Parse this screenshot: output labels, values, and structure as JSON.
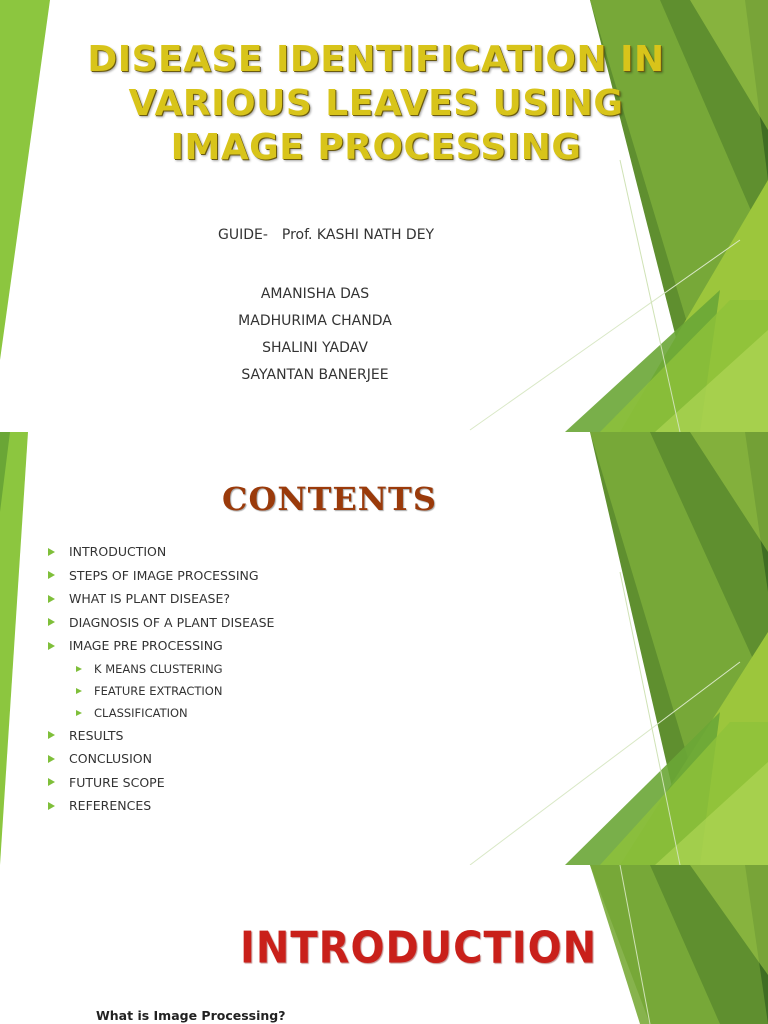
{
  "slide1": {
    "title": "DISEASE IDENTIFICATION IN VARIOUS LEAVES USING IMAGE PROCESSING",
    "guide_label": "GUIDE-",
    "guide_name": "Prof. KASHI NATH DEY",
    "authors": [
      "AMANISHA DAS",
      "MADHURIMA CHANDA",
      "SHALINI YADAV",
      "SAYANTAN BANERJEE"
    ]
  },
  "slide2": {
    "title": "CONTENTS",
    "items": [
      {
        "label": "INTRODUCTION",
        "level": 1
      },
      {
        "label": "STEPS OF IMAGE PROCESSING",
        "level": 1
      },
      {
        "label": "WHAT IS PLANT DISEASE?",
        "level": 1
      },
      {
        "label": "DIAGNOSIS OF A PLANT DISEASE",
        "level": 1
      },
      {
        "label": "IMAGE PRE PROCESSING",
        "level": 1
      },
      {
        "label": "K MEANS CLUSTERING",
        "level": 2
      },
      {
        "label": "FEATURE EXTRACTION",
        "level": 2
      },
      {
        "label": "CLASSIFICATION",
        "level": 2
      },
      {
        "label": "RESULTS",
        "level": 1
      },
      {
        "label": "CONCLUSION",
        "level": 1
      },
      {
        "label": "FUTURE SCOPE",
        "level": 1
      },
      {
        "label": "REFERENCES",
        "level": 1
      }
    ]
  },
  "slide3": {
    "title": "INTRODUCTION",
    "question": "What is Image Processing?"
  },
  "colors": {
    "title_gold": "#d8c41a",
    "contents_brown": "#9a3a0a",
    "intro_red": "#c9201a",
    "bullet_green": "#7fbf3a",
    "leaf_light": "#9ccc3c",
    "leaf_dark": "#5c8a2a"
  }
}
